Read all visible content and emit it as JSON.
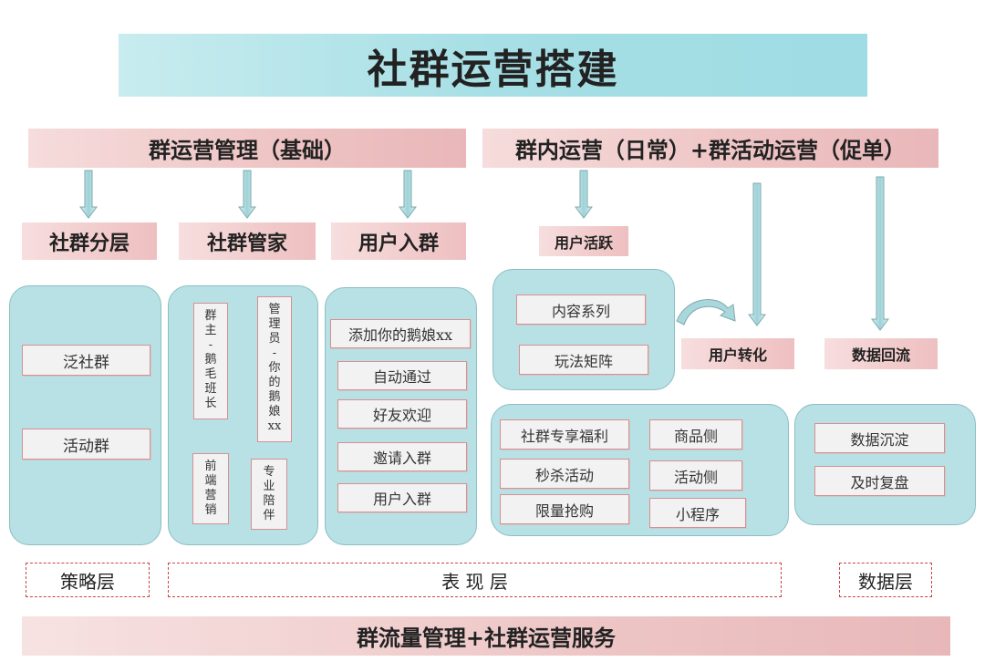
{
  "title": "社群运营搭建",
  "band_left": "群运营管理（基础）",
  "band_right": "群内运营（日常）+群活动运营（促单）",
  "sections": {
    "layering": "社群分层",
    "steward": "社群管家",
    "join": "用户入群",
    "active": "用户活跃",
    "convert": "用户转化",
    "data": "数据回流"
  },
  "layering_items": [
    "泛社群",
    "活动群"
  ],
  "steward_items": {
    "owner": [
      "群",
      "主",
      "-",
      "鹅",
      "毛",
      "班",
      "长"
    ],
    "admin": [
      "管",
      "理",
      "员",
      "-",
      "你",
      "的",
      "鹅",
      "娘",
      "xx"
    ],
    "frontend": [
      "前",
      "端",
      "营",
      "销"
    ],
    "companion": [
      "专",
      "业",
      "陪",
      "伴"
    ]
  },
  "join_items": [
    "添加你的鹅娘xx",
    "自动通过",
    "好友欢迎",
    "邀请入群",
    "用户入群"
  ],
  "active_items": [
    "内容系列",
    "玩法矩阵"
  ],
  "promo_left": [
    "社群专享福利",
    "秒杀活动",
    "限量抢购"
  ],
  "promo_right": [
    "商品侧",
    "活动侧",
    "小程序"
  ],
  "data_items": [
    "数据沉淀",
    "及时复盘"
  ],
  "layers": {
    "strategy": "策略层",
    "presentation": "表 现 层",
    "data": "数据层"
  },
  "footer": "群流量管理+社群运营服务",
  "colors": {
    "title_bg": "#a6dfe5",
    "band": "#eec3c3",
    "panel": "#b7e1e4",
    "box_border": "#d88f93",
    "dashed": "#cc4444"
  }
}
